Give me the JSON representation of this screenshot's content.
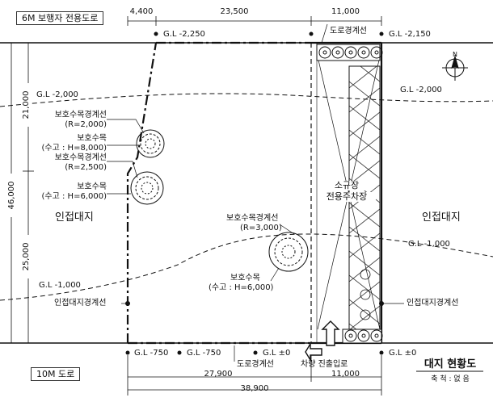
{
  "roads": {
    "top": "6M 보행자 전용도로",
    "bottom": "10M 도로"
  },
  "dimensions": {
    "top_left": "4,400",
    "top_mid": "23,500",
    "top_right": "11,000",
    "bottom_mid": "27,900",
    "bottom_right": "11,000",
    "bottom_total": "38,900",
    "left_total": "46,000",
    "left_upper": "21,000",
    "left_lower": "25,000"
  },
  "levels": {
    "top_left": "G.L -2,250",
    "top_right": "G.L -2,150",
    "upper_left": "G.L -2,000",
    "upper_right": "G.L -2,000",
    "mid_right": "G.L -1,000",
    "lower_left": "G.L -1,000",
    "bottom_1": "G.L -750",
    "bottom_2": "G.L -750",
    "bottom_3": "G.L ±0",
    "bottom_4": "G.L ±0"
  },
  "labels": {
    "road_boundary_top": "도로경계선",
    "road_boundary_bottom": "도로경계선",
    "adjacent_left": "인접대지",
    "adjacent_right": "인접대지",
    "adjacent_boundary_left": "인접대지경계선",
    "adjacent_boundary_right": "인접대지경계선",
    "parking_line1": "소규장",
    "parking_line2": "전용주차장",
    "vehicle_entrance": "차량 진출입로",
    "tree1_boundary": "보호수목경계선",
    "tree1_radius": "(R=2,000)",
    "tree1_name": "보호수목",
    "tree1_height": "(수고 : H=8,000)",
    "tree2_boundary": "보호수목경계선",
    "tree2_radius": "(R=2,500)",
    "tree2_name": "보호수목",
    "tree2_height": "(수고 : H=6,000)",
    "tree3_boundary": "보호수목경계선",
    "tree3_radius": "(R=3,000)",
    "tree3_name": "보호수목",
    "tree3_height": "(수고 : H=6,000)",
    "north": "N"
  },
  "title": {
    "main": "대지 현황도",
    "scale": "축 척 : 없 음"
  }
}
